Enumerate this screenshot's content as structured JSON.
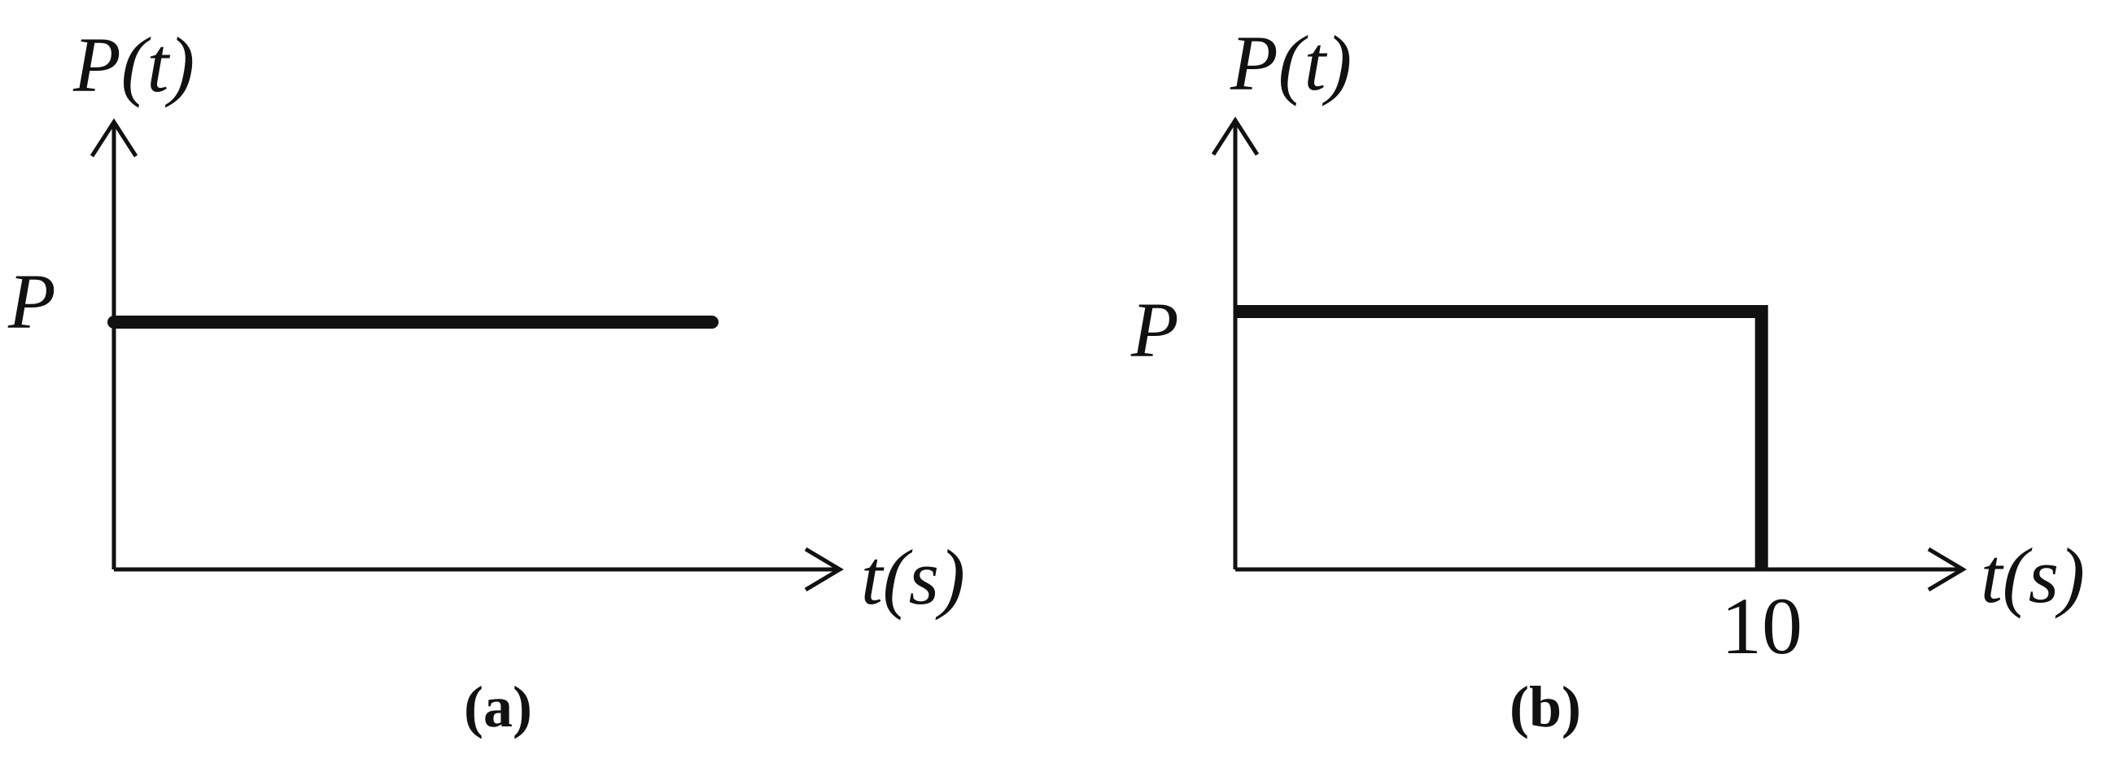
{
  "chart_data": [
    {
      "type": "line",
      "panel_label": "(a)",
      "ylabel": "P(t)",
      "xlabel": "t(s)",
      "y_tick_labels": [
        "P"
      ],
      "x_tick_labels": [],
      "series": [
        {
          "x": [
            0,
            1
          ],
          "y": [
            1,
            1
          ]
        }
      ],
      "xlim": [
        0,
        1.2
      ],
      "ylim": [
        0,
        2
      ],
      "grid": false,
      "colors": {
        "line": "#111111",
        "axis": "#111111"
      }
    },
    {
      "type": "line",
      "panel_label": "(b)",
      "ylabel": "P(t)",
      "xlabel": "t(s)",
      "y_tick_labels": [
        "P"
      ],
      "x_tick_labels": [
        "10"
      ],
      "series": [
        {
          "x": [
            0,
            10,
            10
          ],
          "y": [
            1,
            1,
            0
          ]
        }
      ],
      "xlim": [
        0,
        13.5
      ],
      "ylim": [
        0,
        2
      ],
      "grid": false,
      "colors": {
        "line": "#111111",
        "axis": "#111111"
      }
    }
  ]
}
